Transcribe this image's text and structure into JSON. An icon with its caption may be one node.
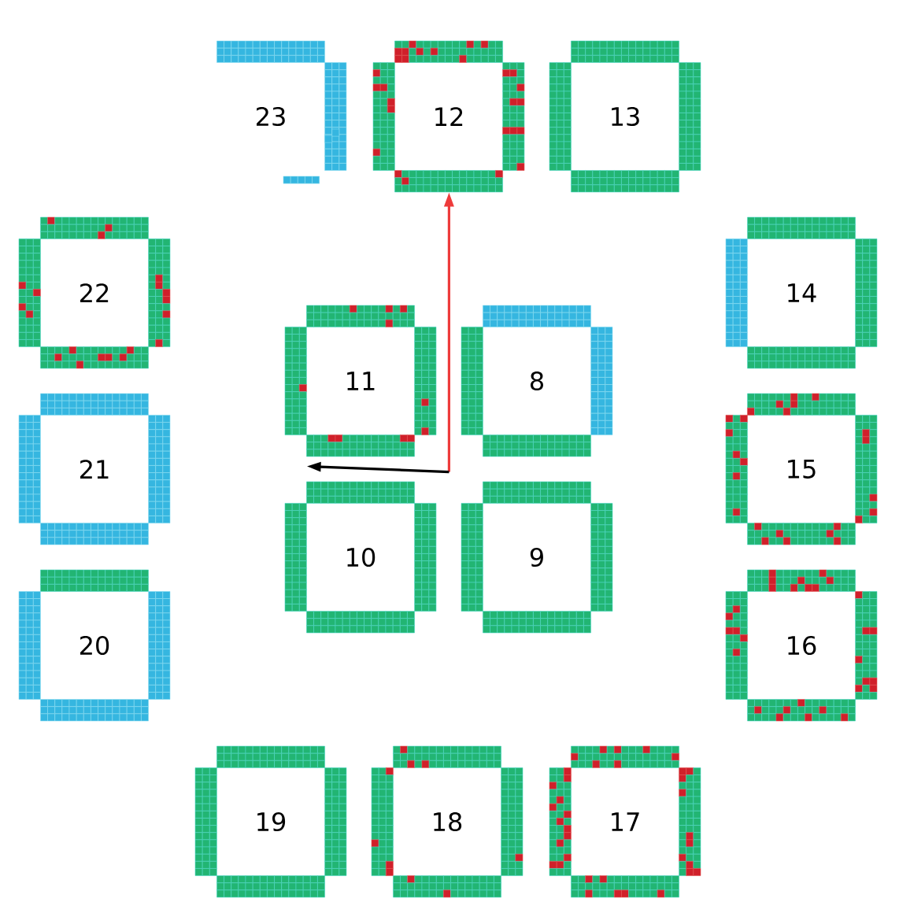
{
  "diagram": {
    "nodes": [
      {
        "text": [
          "8"
        ]
      },
      {
        "text": [
          "9"
        ]
      },
      {
        "text": [
          "10"
        ]
      },
      {
        "text": [
          "11"
        ]
      },
      {
        "text": [
          "12"
        ]
      },
      {
        "text": [
          "13"
        ]
      },
      {
        "text": [
          "14"
        ]
      },
      {
        "text": [
          "15"
        ]
      },
      {
        "text": [
          "16"
        ]
      },
      {
        "text": [
          "17"
        ]
      },
      {
        "text": [
          "18"
        ]
      },
      {
        "text": [
          "19"
        ]
      },
      {
        "text": [
          "20"
        ]
      },
      {
        "text": [
          "21"
        ]
      },
      {
        "text": [
          "22"
        ]
      },
      {
        "text": [
          "23"
        ]
      }
    ],
    "edges": [
      {
        "from": 2,
        "to": 4,
        "arrow": "to",
        "color": "#ee3b3b"
      },
      {
        "from": 2,
        "to": 3,
        "arrow": "to",
        "color": "#000000"
      }
    ]
  }
}
